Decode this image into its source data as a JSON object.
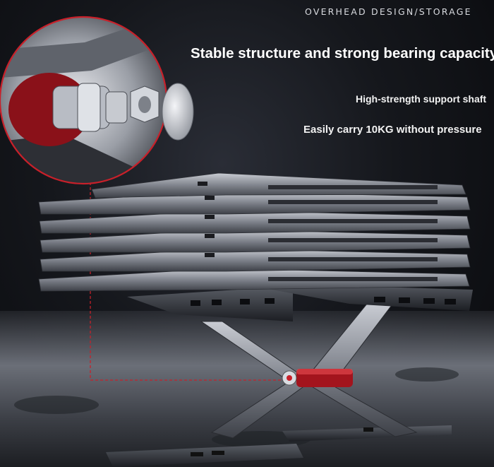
{
  "header": {
    "tagline": "OVERHEAD DESIGN/STORAGE",
    "title": "Stable structure and strong bearing capacity"
  },
  "features": [
    {
      "label": "High-strength support shaft"
    },
    {
      "label": "Easily carry 10KG without pressure"
    }
  ],
  "scene": {
    "laptop_count": 6,
    "accent_color": "#c8202a",
    "metal_color": "#8c9099"
  }
}
